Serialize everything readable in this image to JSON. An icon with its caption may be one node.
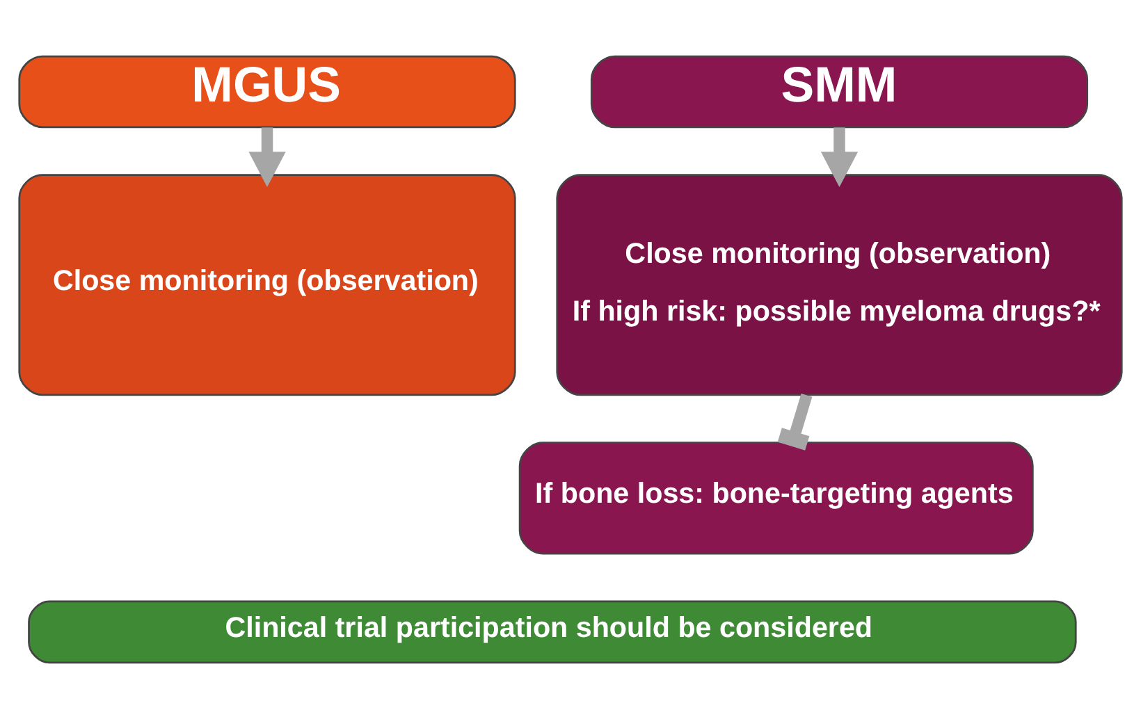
{
  "diagram": {
    "nodes": [
      {
        "text": [
          "MGUS"
        ]
      },
      {
        "text": [
          "Close monitoring (observation)"
        ]
      },
      {
        "text": [
          "SMM"
        ]
      },
      {
        "text": [
          "Close monitoring (observation)",
          "If high risk: possible myeloma drugs?*"
        ]
      },
      {
        "text": [
          "If bone loss: bone-targeting agents"
        ]
      },
      {
        "text": [
          "Clinical trial participation should be considered"
        ]
      }
    ],
    "edges": [
      {
        "from": 0,
        "to": 1,
        "arrow": "to"
      },
      {
        "from": 2,
        "to": 3,
        "arrow": "to"
      },
      {
        "from": 3,
        "to": 4,
        "arrow": "other"
      }
    ]
  }
}
